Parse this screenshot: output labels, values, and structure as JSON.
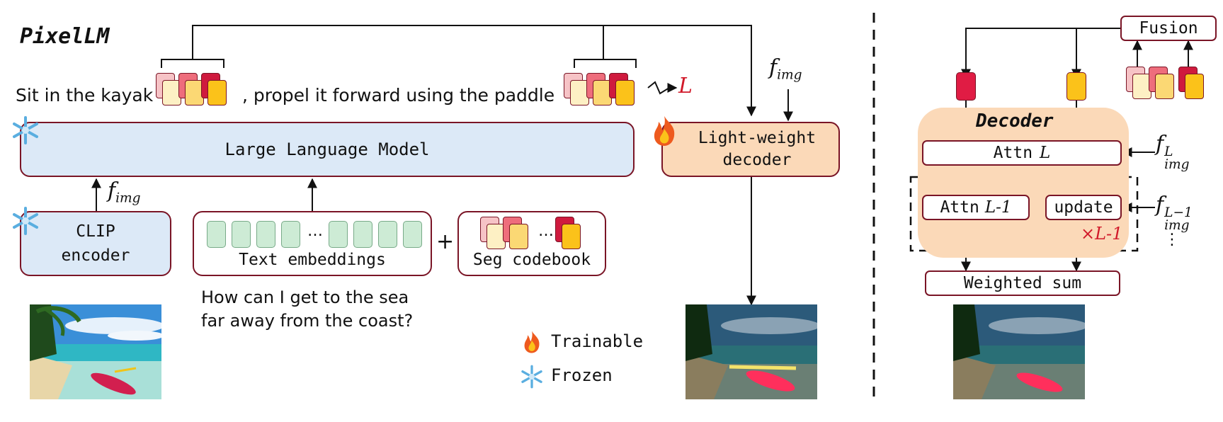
{
  "title": "PixelLM",
  "prompt": {
    "prefix": "Sit in the kayak",
    "suffix": ", propel it forward using the paddle"
  },
  "loss_symbol": "L",
  "feature_symbol": "f",
  "feature_subscript": "img",
  "llm_label": "Large Language Model",
  "decoder_label": "Light-weight decoder",
  "clip_label": "CLIP encoder",
  "text_embeddings_label": "Text embeddings",
  "seg_codebook_label": "Seg codebook",
  "ellipsis": "…",
  "plus": "+",
  "question": "How can I get to the sea far away from the coast?",
  "legend": {
    "trainable": "Trainable",
    "frozen": "Frozen"
  },
  "right_panel": {
    "fusion_label": "Fusion",
    "decoder_title": "Decoder",
    "attn_top": "Attn",
    "attn_top_var": "L",
    "attn_lower": "Attn",
    "attn_lower_var": "L-1",
    "update_label": "update",
    "repeat_label": "×L-1",
    "weighted_sum_label": "Weighted sum",
    "feat_top_sup": "L",
    "feat_lower_sup": "L−1",
    "vdots": "⋮"
  },
  "colors": {
    "border": "#7a1526",
    "llm_fill": "#dce9f7",
    "decoder_fill": "#fbd9b8",
    "embedding_fill": "#cdebd5",
    "loss_red": "#d11a2a",
    "token_red": "#cf1a3e",
    "token_yellow": "#fbc21a"
  },
  "icons": {
    "trainable": "fire-icon",
    "frozen": "snowflake-icon"
  }
}
